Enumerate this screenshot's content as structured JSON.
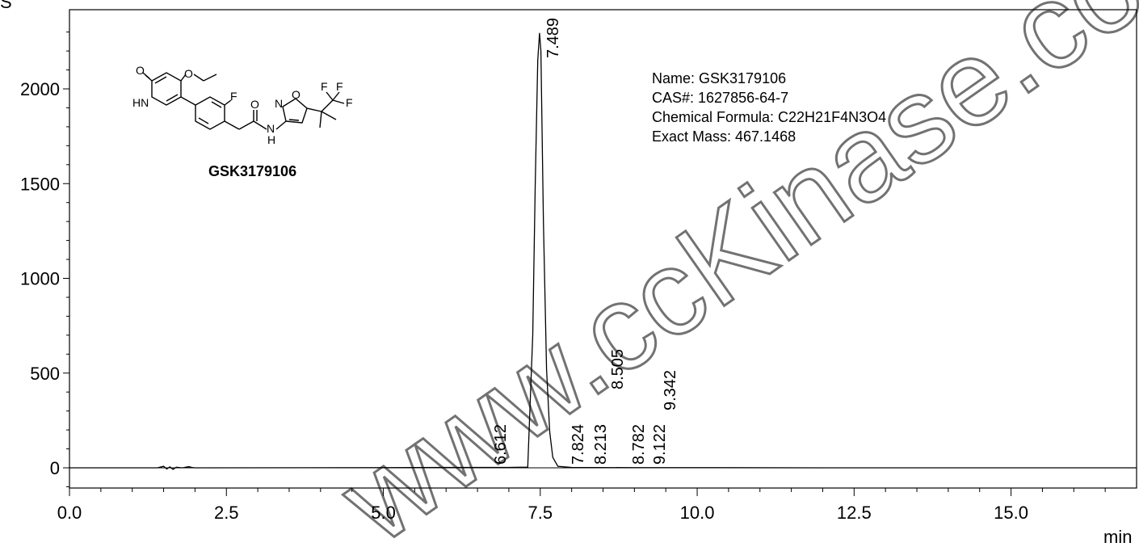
{
  "chart_data": {
    "type": "line",
    "y_unit_label": "S",
    "x_unit_label": "min",
    "xlim": [
      0,
      17
    ],
    "ylim": [
      -120,
      2420
    ],
    "x_ticks": [
      0.0,
      2.5,
      5.0,
      7.5,
      10.0,
      12.5,
      15.0
    ],
    "x_tick_labels": [
      "0.0",
      "2.5",
      "5.0",
      "7.5",
      "10.0",
      "12.5",
      "15.0"
    ],
    "y_ticks": [
      0,
      500,
      1000,
      1500,
      2000
    ],
    "y_tick_labels": [
      "0",
      "500",
      "1000",
      "1500",
      "2000"
    ],
    "grid": false,
    "series": [
      {
        "x": [
          0.0,
          1.4,
          1.5,
          1.55,
          1.6,
          1.65,
          1.7,
          1.8,
          1.9,
          1.95,
          2.0,
          2.2,
          5.0,
          6.0,
          7.0,
          7.3,
          7.38,
          7.42,
          7.46,
          7.489,
          7.51,
          7.55,
          7.6,
          7.65,
          7.7,
          7.78,
          8.0,
          9.0,
          10.0,
          12.0,
          15.0,
          17.0
        ],
        "y": [
          0,
          0,
          8,
          -6,
          5,
          -8,
          3,
          0,
          6,
          2,
          0,
          0,
          1,
          2,
          2,
          4,
          700,
          1500,
          2150,
          2295,
          2200,
          1300,
          520,
          190,
          55,
          8,
          2,
          1,
          1,
          0,
          0,
          0
        ]
      }
    ],
    "peaks": [
      {
        "label": "6.612",
        "x": 6.612,
        "y": 0
      },
      {
        "label": "7.489",
        "x": 7.489,
        "y": 2295
      },
      {
        "label": "7.824",
        "x": 7.824,
        "y": 0
      },
      {
        "label": "8.213",
        "x": 8.213,
        "y": 0
      },
      {
        "label": "8.505",
        "x": 8.505,
        "y": 0
      },
      {
        "label": "8.782",
        "x": 8.782,
        "y": 0
      },
      {
        "label": "9.122",
        "x": 9.122,
        "y": 0
      },
      {
        "label": "9.342",
        "x": 9.342,
        "y": 0
      }
    ],
    "annotations": [
      "Name: GSK3179106",
      "CAS#: 1627856-64-7",
      "Chemical Formula: C22H21F4N3O4",
      "Exact Mass: 467.1468"
    ]
  },
  "structure": {
    "label": "GSK3179106",
    "atoms": {
      "o1": "O",
      "o2": "O",
      "hn": "HN",
      "f1": "F",
      "o3": "O",
      "n1": "N",
      "o4": "O",
      "f2": "F",
      "f3": "F",
      "f4": "F",
      "nh": "N",
      "h": "H"
    }
  },
  "watermark": "www.ccKinase.co"
}
